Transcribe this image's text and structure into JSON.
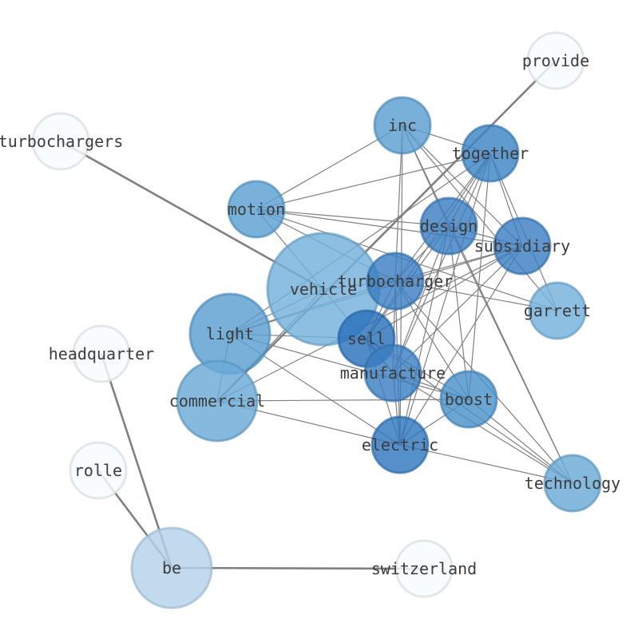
{
  "graph": {
    "nodes": [
      {
        "id": "provide",
        "label": "provide",
        "color": "#f7fbff"
      },
      {
        "id": "turbochargers",
        "label": "turbochargers",
        "color": "#f7fbff"
      },
      {
        "id": "inc",
        "label": "inc",
        "color": "#5a9fd2"
      },
      {
        "id": "together",
        "label": "together",
        "color": "#3d85c6"
      },
      {
        "id": "motion",
        "label": "motion",
        "color": "#5aa0d2"
      },
      {
        "id": "design",
        "label": "design",
        "color": "#3a7fc2"
      },
      {
        "id": "subsidiary",
        "label": "subsidiary",
        "color": "#3a7fc2"
      },
      {
        "id": "vehicle",
        "label": "vehicle",
        "color": "#73b1da"
      },
      {
        "id": "turbocharger",
        "label": "turbocharger",
        "color": "#3a7fc2"
      },
      {
        "id": "garrett",
        "label": "garrett",
        "color": "#73b1da"
      },
      {
        "id": "light",
        "label": "light",
        "color": "#5a9fd2"
      },
      {
        "id": "sell",
        "label": "sell",
        "color": "#2a72bb"
      },
      {
        "id": "headquarter",
        "label": "headquarter",
        "color": "#f7fbff"
      },
      {
        "id": "manufacture",
        "label": "manufacture",
        "color": "#3a7fc2"
      },
      {
        "id": "commercial",
        "label": "commercial",
        "color": "#6aabd7"
      },
      {
        "id": "boost",
        "label": "boost",
        "color": "#4a91ca"
      },
      {
        "id": "electric",
        "label": "electric",
        "color": "#3178be"
      },
      {
        "id": "technology",
        "label": "technology",
        "color": "#6aabd7"
      },
      {
        "id": "rolle",
        "label": "rolle",
        "color": "#f7fbff"
      },
      {
        "id": "be",
        "label": "be",
        "color": "#b3d2ea"
      },
      {
        "id": "switzerland",
        "label": "switzerland",
        "color": "#f7fbff"
      }
    ],
    "edges": [
      [
        "provide",
        "commercial"
      ],
      [
        "turbochargers",
        "vehicle"
      ],
      [
        "headquarter",
        "be"
      ],
      [
        "rolle",
        "be"
      ],
      [
        "be",
        "switzerland"
      ],
      [
        "inc",
        "together"
      ],
      [
        "inc",
        "motion"
      ],
      [
        "inc",
        "design"
      ],
      [
        "inc",
        "subsidiary"
      ],
      [
        "inc",
        "garrett"
      ],
      [
        "inc",
        "turbocharger"
      ],
      [
        "inc",
        "electric"
      ],
      [
        "inc",
        "technology"
      ],
      [
        "together",
        "motion"
      ],
      [
        "together",
        "design"
      ],
      [
        "together",
        "subsidiary"
      ],
      [
        "together",
        "garrett"
      ],
      [
        "together",
        "turbocharger"
      ],
      [
        "together",
        "light"
      ],
      [
        "together",
        "sell"
      ],
      [
        "together",
        "manufacture"
      ],
      [
        "together",
        "electric"
      ],
      [
        "together",
        "boost"
      ],
      [
        "motion",
        "design"
      ],
      [
        "motion",
        "subsidiary"
      ],
      [
        "motion",
        "garrett"
      ],
      [
        "motion",
        "turbocharger"
      ],
      [
        "motion",
        "manufacture"
      ],
      [
        "design",
        "subsidiary"
      ],
      [
        "design",
        "turbocharger"
      ],
      [
        "design",
        "sell"
      ],
      [
        "design",
        "manufacture"
      ],
      [
        "design",
        "electric"
      ],
      [
        "design",
        "boost"
      ],
      [
        "design",
        "technology"
      ],
      [
        "subsidiary",
        "turbocharger"
      ],
      [
        "subsidiary",
        "sell"
      ],
      [
        "subsidiary",
        "manufacture"
      ],
      [
        "subsidiary",
        "electric"
      ],
      [
        "subsidiary",
        "light"
      ],
      [
        "subsidiary",
        "commercial"
      ],
      [
        "vehicle",
        "turbocharger"
      ],
      [
        "vehicle",
        "light"
      ],
      [
        "vehicle",
        "commercial"
      ],
      [
        "turbocharger",
        "garrett"
      ],
      [
        "turbocharger",
        "light"
      ],
      [
        "turbocharger",
        "sell"
      ],
      [
        "turbocharger",
        "manufacture"
      ],
      [
        "turbocharger",
        "electric"
      ],
      [
        "turbocharger",
        "boost"
      ],
      [
        "turbocharger",
        "technology"
      ],
      [
        "light",
        "sell"
      ],
      [
        "light",
        "boost"
      ],
      [
        "light",
        "electric"
      ],
      [
        "light",
        "commercial"
      ],
      [
        "sell",
        "manufacture"
      ],
      [
        "sell",
        "boost"
      ],
      [
        "sell",
        "electric"
      ],
      [
        "sell",
        "technology"
      ],
      [
        "manufacture",
        "boost"
      ],
      [
        "manufacture",
        "electric"
      ],
      [
        "manufacture",
        "technology"
      ],
      [
        "commercial",
        "boost"
      ],
      [
        "commercial",
        "electric"
      ],
      [
        "boost",
        "electric"
      ],
      [
        "boost",
        "technology"
      ],
      [
        "electric",
        "technology"
      ]
    ]
  }
}
